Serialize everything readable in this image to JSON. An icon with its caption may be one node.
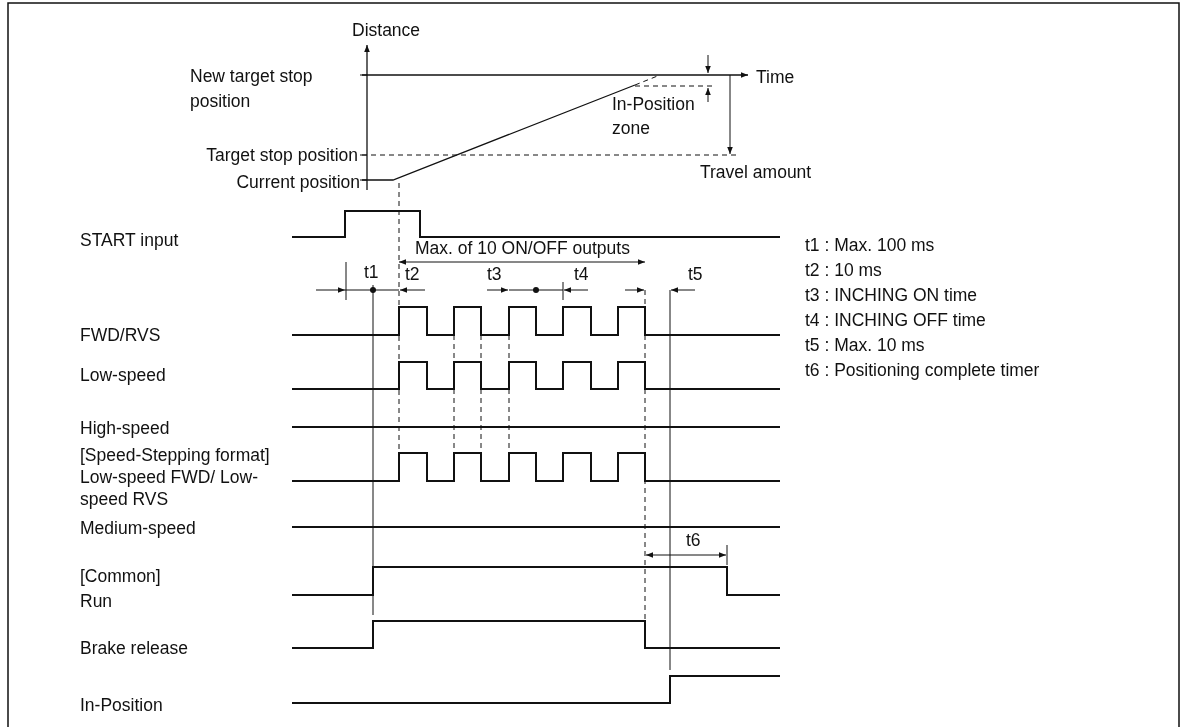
{
  "diagram": {
    "labels": [
      "Distance",
      "New target stop position",
      "Time",
      "In-Position zone",
      "Target stop position",
      "Current position",
      "Travel amount",
      "START input",
      "Max. of 10 ON/OFF outputs",
      "t1",
      "t2",
      "t3",
      "t4",
      "t5",
      "t1 : Max. 100 ms",
      "t2 : 10 ms",
      "t3 : INCHING ON time",
      "t4 : INCHING OFF time",
      "t5 : Max. 10 ms",
      "t6 : Positioning complete timer",
      "FWD/RVS",
      "Low-speed",
      "High-speed",
      "[Speed-Stepping format] Low-speed FWD/ Low-speed RVS",
      "Medium-speed",
      "t6",
      "[Common] Run",
      "Brake release",
      "In-Position"
    ]
  }
}
